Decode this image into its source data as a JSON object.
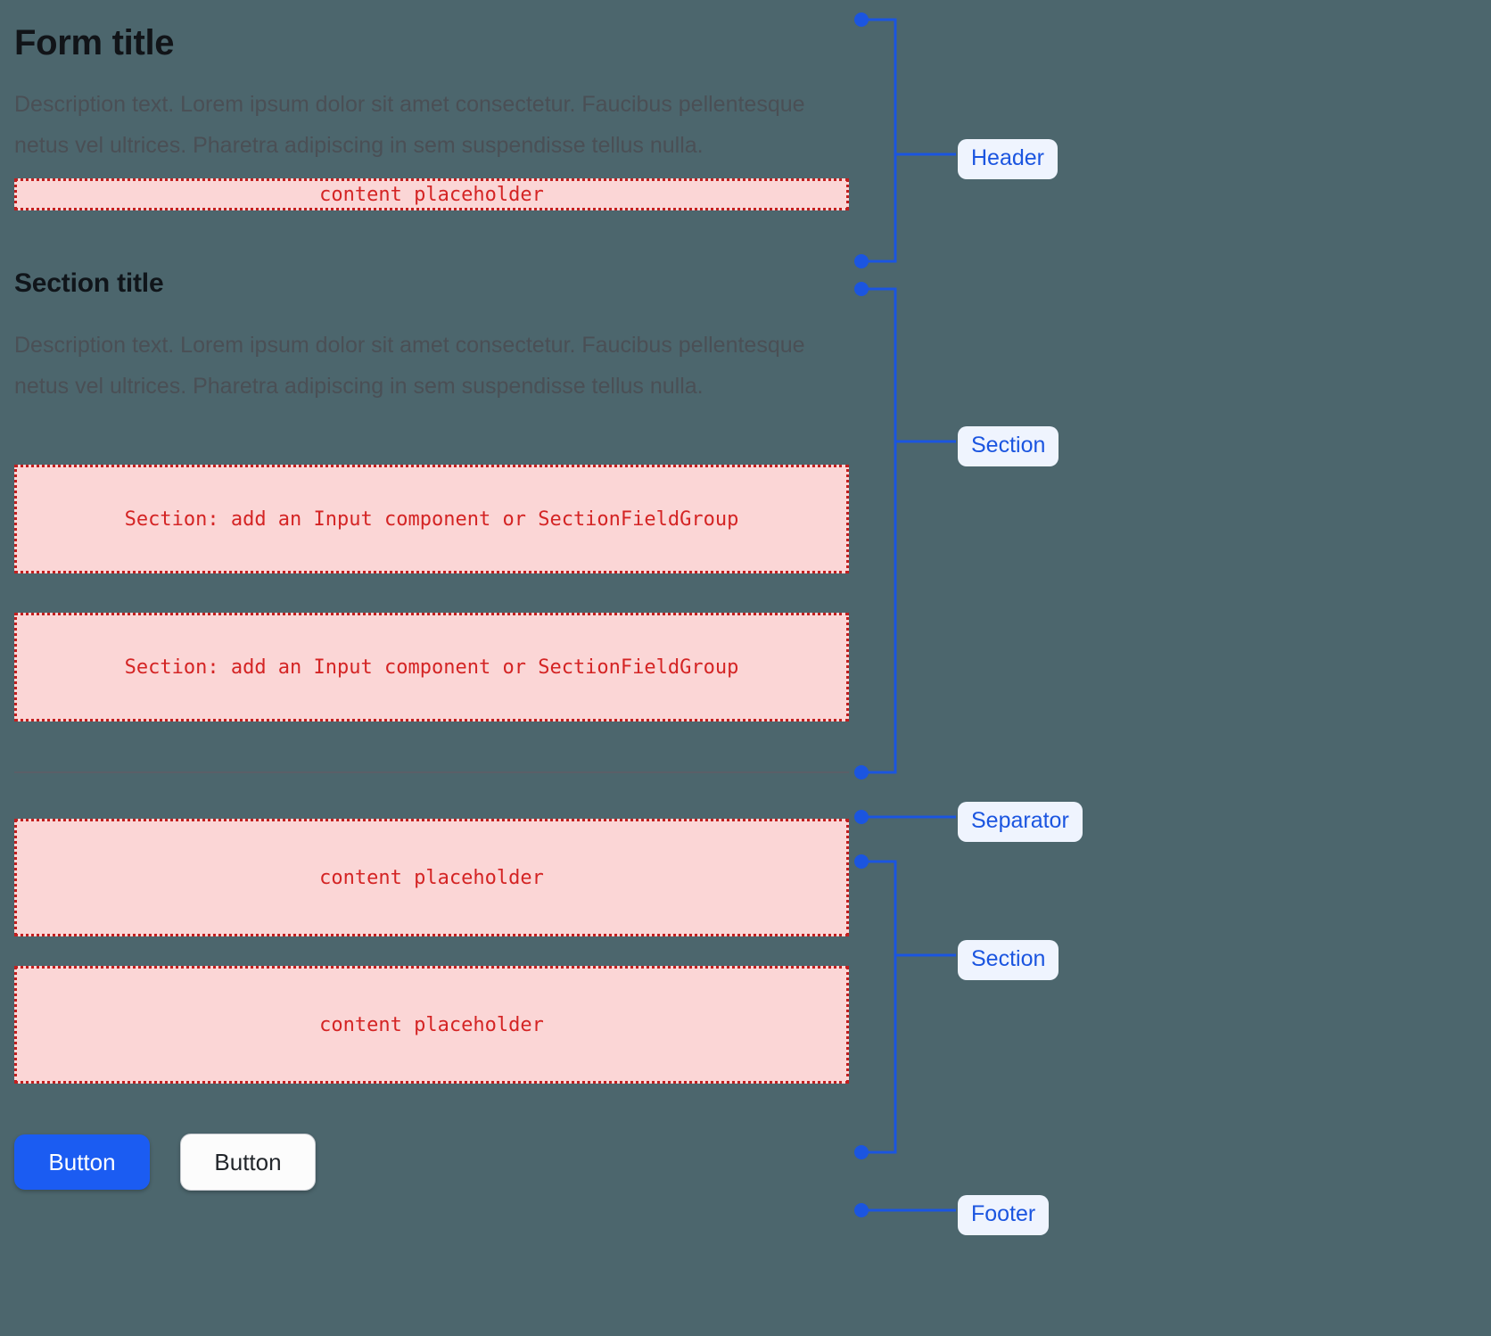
{
  "page": {
    "background_color": "#4c666d",
    "accent_blue": "#1b55e0",
    "placeholder_red": "#d42424",
    "placeholder_fill": "#fbd6d6"
  },
  "header": {
    "title": "Form title",
    "description": "Description text. Lorem ipsum dolor sit amet consectetur. Faucibus pellentesque netus vel ultrices. Pharetra adipiscing in sem suspendisse tellus nulla.",
    "placeholder": "content placeholder"
  },
  "section_one": {
    "title": "Section title",
    "description": "Description text. Lorem ipsum dolor sit amet consectetur. Faucibus pellentesque netus vel ultrices. Pharetra adipiscing in sem suspendisse tellus nulla.",
    "placeholder_a": "Section: add an Input component or SectionFieldGroup",
    "placeholder_b": "Section: add an Input component or SectionFieldGroup"
  },
  "section_two": {
    "placeholder_a": "content placeholder",
    "placeholder_b": "content placeholder"
  },
  "footer": {
    "primary_button": "Button",
    "secondary_button": "Button"
  },
  "annotations": {
    "header": "Header",
    "section_one": "Section",
    "separator": "Separator",
    "section_two": "Section",
    "footer": "Footer"
  }
}
